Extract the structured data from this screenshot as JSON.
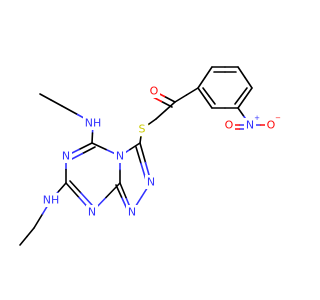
{
  "colors": {
    "carbon": "#000000",
    "nitrogen": "#3333ff",
    "oxygen": "#ff0d0d",
    "sulfur": "#cccc00",
    "background": "#ffffff"
  },
  "atom_labels": {
    "nh_top": "NH",
    "nh_bottom": "NH",
    "n_ring_left_top": "N",
    "n_ring_left_bottom": "N",
    "n_ring_fused": "N",
    "n_ring_right_a": "N",
    "n_ring_right_b": "N",
    "s": "S",
    "o_carbonyl": "O",
    "n_nitro": "N",
    "o_nitro_left": "O",
    "o_nitro_right": "O",
    "charge_plus": "+",
    "charge_minus": "−"
  }
}
